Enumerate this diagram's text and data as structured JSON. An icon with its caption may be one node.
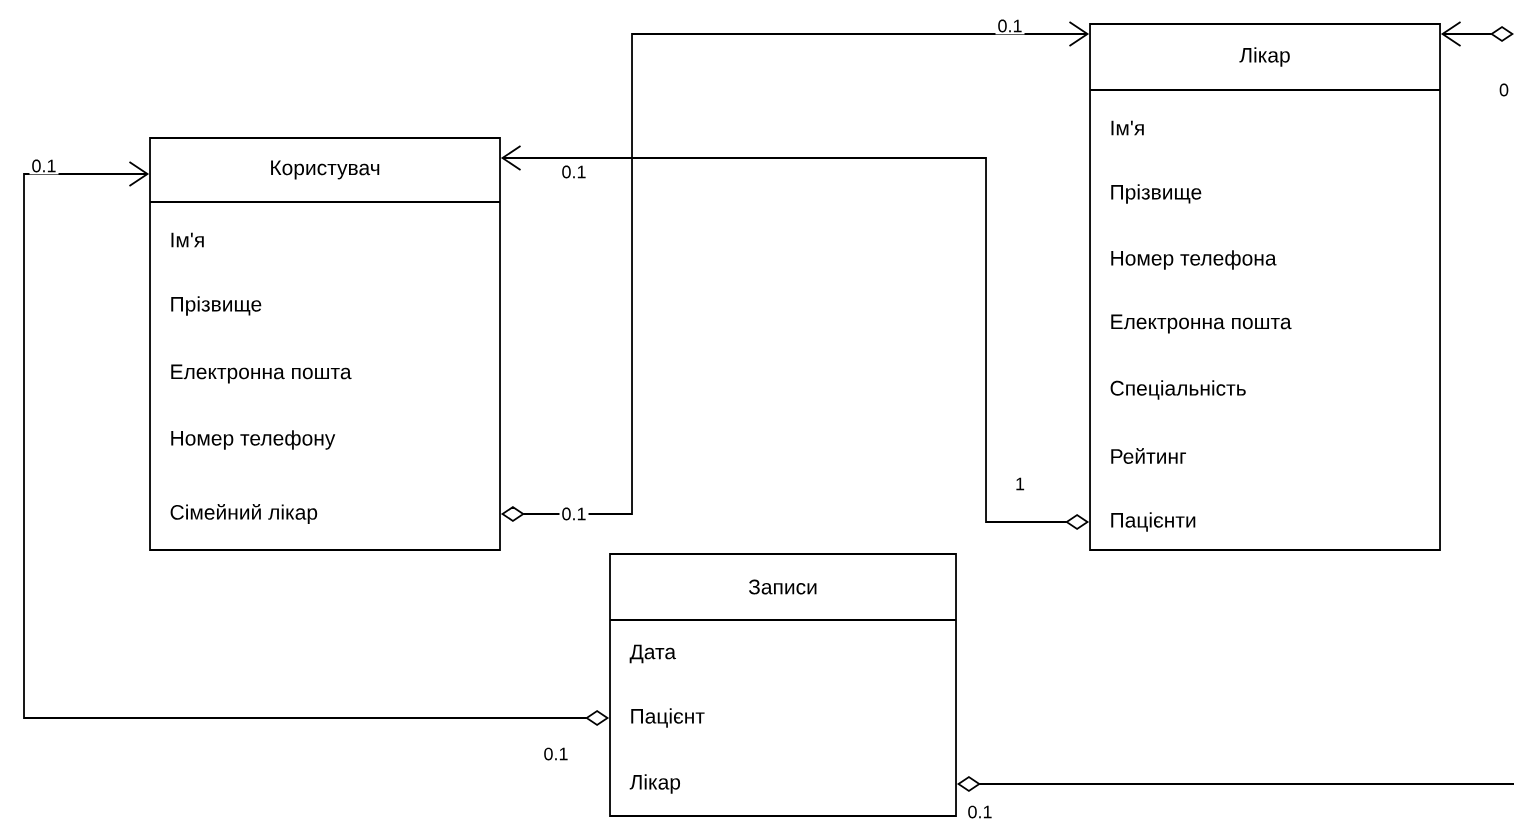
{
  "diagram": {
    "nodes": [
      {
        "text": [
          "Користувач",
          "Ім'я",
          "Прізвище",
          "Електронна пошта",
          "Номер телефону",
          "Сімейний лікар"
        ]
      },
      {
        "text": [
          "Лікар",
          "Ім'я",
          "Прізвище",
          "Номер телефона",
          "Електронна пошта",
          "Спеціальність",
          "Рейтинг",
          "Пацієнти"
        ]
      },
      {
        "text": [
          "Записи",
          "Дата",
          "Пацієнт",
          "Лікар"
        ]
      }
    ],
    "edges": [
      {
        "from": 0,
        "to": 1,
        "arrow": "to",
        "label": "0.1"
      },
      {
        "from": 1,
        "to": 0,
        "arrow": "to",
        "label": "0.1"
      },
      {
        "from": 2,
        "to": 0,
        "arrow": "to",
        "label": "0.1"
      },
      {
        "from": 2,
        "to": null,
        "arrow": "other"
      },
      {
        "from": null,
        "to": 1,
        "arrow": "to"
      }
    ],
    "labels": [
      "0",
      "1",
      "0.1",
      "0.1",
      "0.1"
    ]
  }
}
